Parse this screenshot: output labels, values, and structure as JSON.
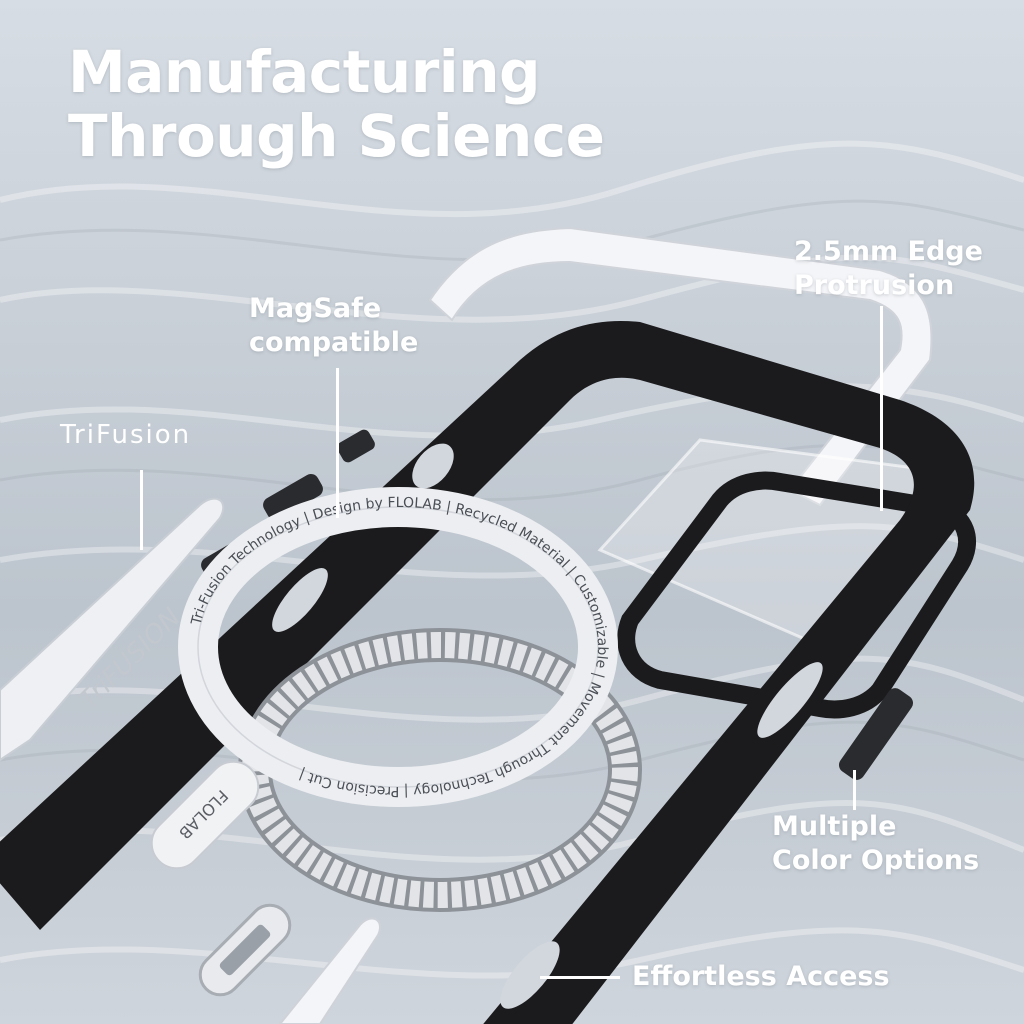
{
  "headline": {
    "line1": "Manufacturing",
    "line2": "Through Science"
  },
  "callouts": {
    "edge": {
      "line1": "2.5mm Edge",
      "line2": "Protrusion"
    },
    "magsafe": {
      "line1": "MagSafe",
      "line2": "compatible"
    },
    "color": {
      "line1": "Multiple",
      "line2": "Color Options"
    },
    "access": "Effortless Access"
  },
  "brand": {
    "logo_text": "TriFusion",
    "strip_text": "TriFUSION",
    "tab_text": "FLOLAB"
  },
  "ring_text": "Tri-Fusion Technology | Design by FLOLAB | Recycled Material | Customizable | Movement Through Technology | Precision Cut |",
  "colors": {
    "frame": "#1b1b1d",
    "ring": "#e9eaec",
    "accent_white": "#ffffff"
  }
}
